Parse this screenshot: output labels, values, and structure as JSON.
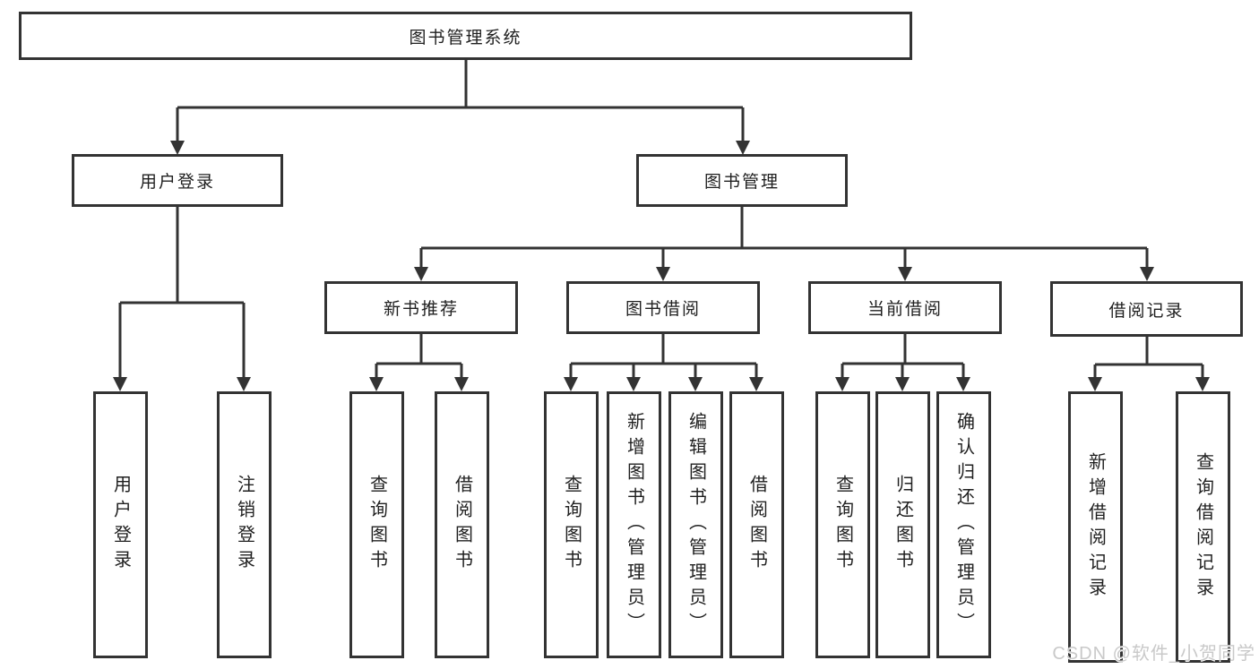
{
  "diagram": {
    "root": {
      "label": "图书管理系统"
    },
    "level2": [
      {
        "label": "用户登录"
      },
      {
        "label": "图书管理"
      }
    ],
    "level3": [
      {
        "label": "新书推荐"
      },
      {
        "label": "图书借阅"
      },
      {
        "label": "当前借阅"
      },
      {
        "label": "借阅记录"
      }
    ],
    "leaves": [
      {
        "label": "用户登录",
        "parent": "用户登录"
      },
      {
        "label": "注销登录",
        "parent": "用户登录"
      },
      {
        "label": "查询图书",
        "parent": "新书推荐"
      },
      {
        "label": "借阅图书",
        "parent": "新书推荐"
      },
      {
        "label": "查询图书",
        "parent": "图书借阅"
      },
      {
        "label": "新增图书（管理员）",
        "parent": "图书借阅"
      },
      {
        "label": "编辑图书（管理员）",
        "parent": "图书借阅"
      },
      {
        "label": "借阅图书",
        "parent": "图书借阅"
      },
      {
        "label": "查询图书",
        "parent": "当前借阅"
      },
      {
        "label": "归还图书",
        "parent": "当前借阅"
      },
      {
        "label": "确认归还（管理员）",
        "parent": "当前借阅"
      },
      {
        "label": "新增借阅记录",
        "parent": "借阅记录"
      },
      {
        "label": "查询借阅记录",
        "parent": "借阅记录"
      }
    ]
  },
  "watermark": {
    "text": "CSDN @软件_小贺同学"
  },
  "colors": {
    "border": "#333333",
    "text": "#1f1f1f",
    "background": "#ffffff",
    "watermark": "#c9c9c9"
  }
}
